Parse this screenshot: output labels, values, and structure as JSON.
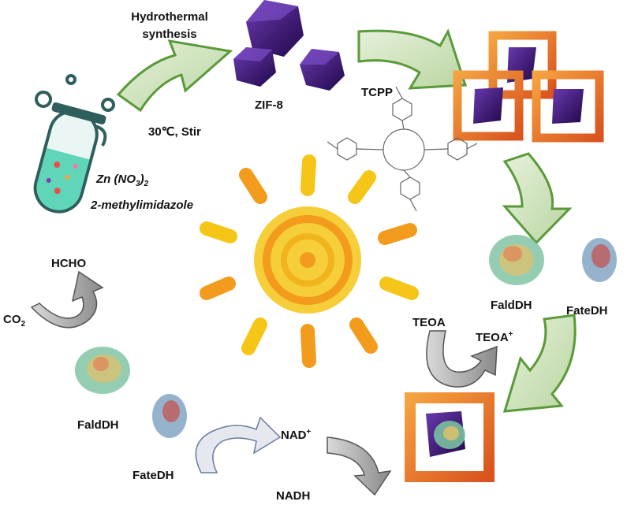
{
  "labels": {
    "hydrothermal": "Hydrothermal",
    "synthesis": "synthesis",
    "zif8": "ZIF-8",
    "tcpp": "TCPP",
    "conditions": "30℃, Stir",
    "zn_base": "Zn (NO",
    "zn_sub": "3",
    "zn_close": ")",
    "zn_sub2": "2",
    "methylimidazole": "2-methylimidazole",
    "hcho": "HCHO",
    "co2_base": "CO",
    "co2_sub": "2",
    "falddh_right": "FaldDH",
    "fatedh_right": "FateDH",
    "teoa": "TEOA",
    "teoa_plus_base": "TEOA",
    "teoa_plus_sup": "+",
    "falddh_left": "FaldDH",
    "fatedh_left": "FateDH",
    "nad_base": "NAD",
    "nad_sup": "+",
    "nadh": "NADH"
  },
  "colors": {
    "green_arrow_fill": "#cfe3bf",
    "green_arrow_stroke": "#5a9a3a",
    "gray_arrow": "#9a9a9a",
    "ivory_arrow": "#ececd8",
    "cage_orange": "#e8742a",
    "cage_inner": "#f6b26b",
    "zif_purple": "#3a1470",
    "sun_yellow": "#f5c518",
    "sun_orange": "#f29b1c",
    "tube_liquid": "#5fd6b8",
    "tube_outline": "#2f6f6a"
  },
  "icons": [
    "test-tube-icon",
    "bubble-icon",
    "zif8-crystal-icon",
    "mof-cage-icon",
    "tcpp-molecule-icon",
    "sun-icon",
    "enzyme-icon",
    "cycle-arrow-icon"
  ]
}
